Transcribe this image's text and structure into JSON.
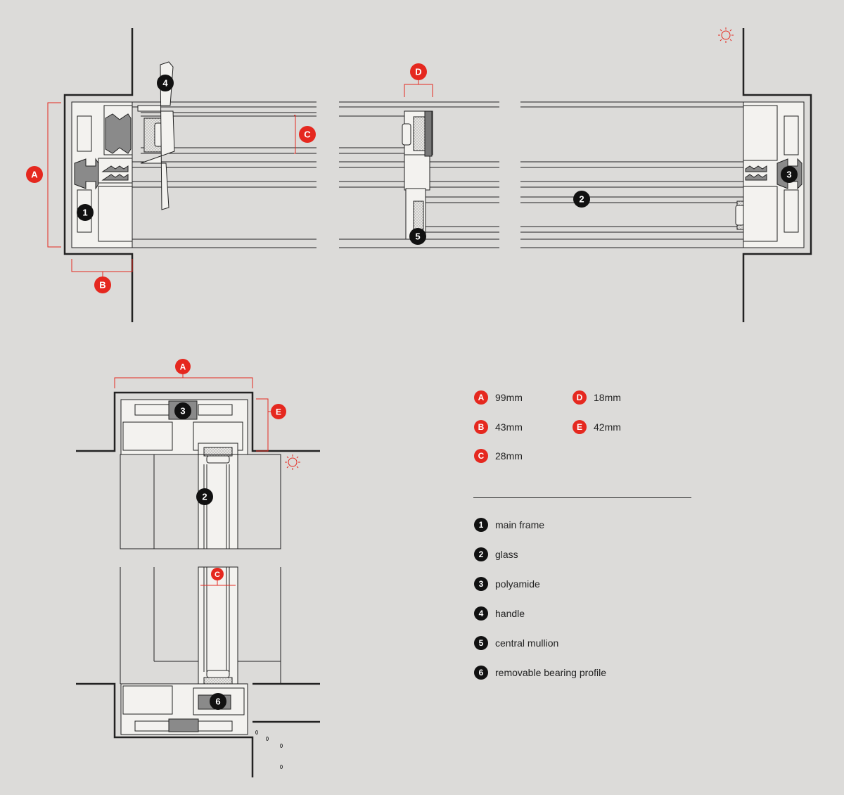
{
  "colors": {
    "background": "#dcdbd9",
    "accent_red": "#e5281f",
    "marker_black": "#111111",
    "line": "#222222",
    "profile_fill": "#f3f2ef",
    "polyamide": "#8a8a8a"
  },
  "diagram_markers": {
    "one": "1",
    "two": "2",
    "three": "3",
    "four": "4",
    "five": "5",
    "six": "6",
    "a": "A",
    "b": "B",
    "c": "C",
    "d": "D",
    "e": "E"
  },
  "icons": {
    "sun": "sun-icon",
    "rain": "rain-drops-icon"
  },
  "dimensions": [
    {
      "letter": "A",
      "value": "99mm"
    },
    {
      "letter": "D",
      "value": "18mm"
    },
    {
      "letter": "B",
      "value": "43mm"
    },
    {
      "letter": "E",
      "value": "42mm"
    },
    {
      "letter": "C",
      "value": "28mm"
    }
  ],
  "legend": [
    {
      "number": "1",
      "label": "main frame"
    },
    {
      "number": "2",
      "label": "glass"
    },
    {
      "number": "3",
      "label": "polyamide"
    },
    {
      "number": "4",
      "label": "handle"
    },
    {
      "number": "5",
      "label": "central mullion"
    },
    {
      "number": "6",
      "label": "removable bearing profile"
    }
  ]
}
